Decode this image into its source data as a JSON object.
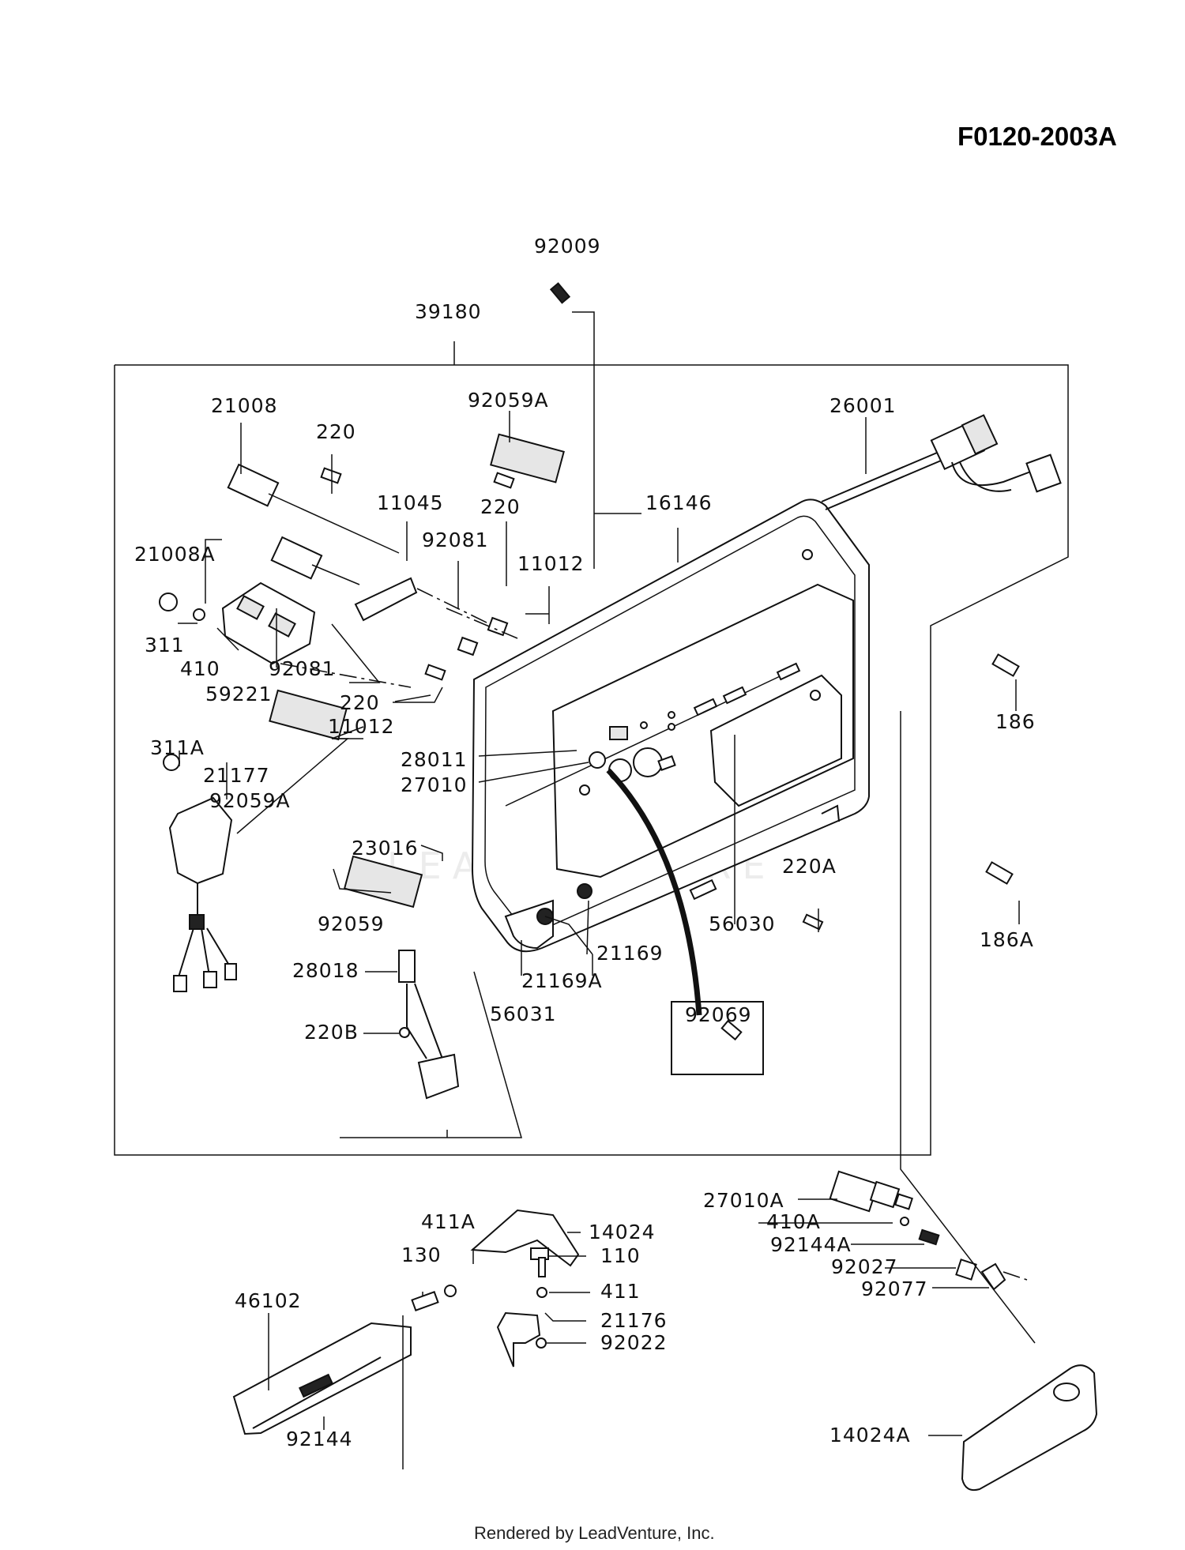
{
  "diagram_code": "F0120-2003A",
  "footer": "Rendered by LeadVenture, Inc.",
  "watermark": "LEADVENTURE",
  "labels": [
    {
      "id": "92009",
      "text": "92009"
    },
    {
      "id": "39180",
      "text": "39180"
    },
    {
      "id": "21008",
      "text": "21008"
    },
    {
      "id": "220-top",
      "text": "220"
    },
    {
      "id": "92059A-top",
      "text": "92059A"
    },
    {
      "id": "26001",
      "text": "26001"
    },
    {
      "id": "11045",
      "text": "11045"
    },
    {
      "id": "220-mid",
      "text": "220"
    },
    {
      "id": "16146",
      "text": "16146"
    },
    {
      "id": "21008A",
      "text": "21008A"
    },
    {
      "id": "92081-top",
      "text": "92081"
    },
    {
      "id": "11012-top",
      "text": "11012"
    },
    {
      "id": "311",
      "text": "311"
    },
    {
      "id": "410",
      "text": "410"
    },
    {
      "id": "92081-bot",
      "text": "92081"
    },
    {
      "id": "59221",
      "text": "59221"
    },
    {
      "id": "220-low",
      "text": "220"
    },
    {
      "id": "11012-low",
      "text": "11012"
    },
    {
      "id": "186",
      "text": "186"
    },
    {
      "id": "311A",
      "text": "311A"
    },
    {
      "id": "21177",
      "text": "21177"
    },
    {
      "id": "28011",
      "text": "28011"
    },
    {
      "id": "27010",
      "text": "27010"
    },
    {
      "id": "92059A-low",
      "text": "92059A"
    },
    {
      "id": "23016",
      "text": "23016"
    },
    {
      "id": "220A",
      "text": "220A"
    },
    {
      "id": "92059",
      "text": "92059"
    },
    {
      "id": "56030",
      "text": "56030"
    },
    {
      "id": "186A",
      "text": "186A"
    },
    {
      "id": "21169",
      "text": "21169"
    },
    {
      "id": "28018",
      "text": "28018"
    },
    {
      "id": "21169A",
      "text": "21169A"
    },
    {
      "id": "56031",
      "text": "56031"
    },
    {
      "id": "92069",
      "text": "92069"
    },
    {
      "id": "220B",
      "text": "220B"
    },
    {
      "id": "27010A",
      "text": "27010A"
    },
    {
      "id": "411A",
      "text": "411A"
    },
    {
      "id": "14024",
      "text": "14024"
    },
    {
      "id": "410A",
      "text": "410A"
    },
    {
      "id": "130",
      "text": "130"
    },
    {
      "id": "110",
      "text": "110"
    },
    {
      "id": "92144A",
      "text": "92144A"
    },
    {
      "id": "92027",
      "text": "92027"
    },
    {
      "id": "411",
      "text": "411"
    },
    {
      "id": "92077",
      "text": "92077"
    },
    {
      "id": "46102",
      "text": "46102"
    },
    {
      "id": "21176",
      "text": "21176"
    },
    {
      "id": "92022",
      "text": "92022"
    },
    {
      "id": "14024A",
      "text": "14024A"
    },
    {
      "id": "92144",
      "text": "92144"
    }
  ]
}
